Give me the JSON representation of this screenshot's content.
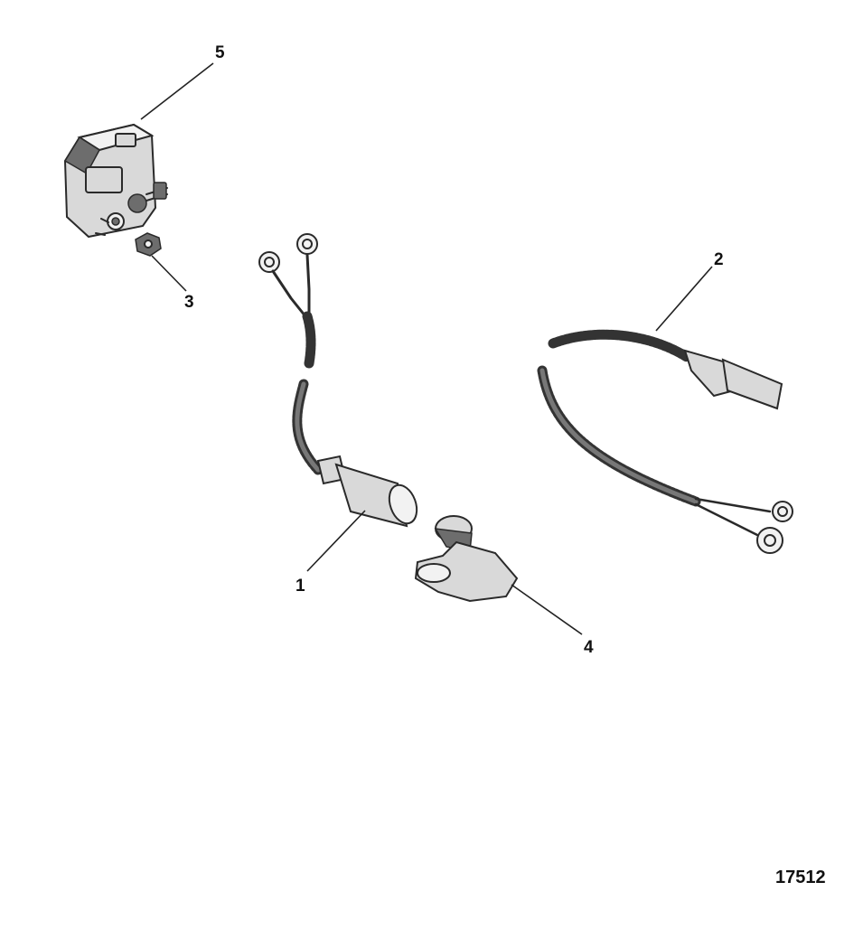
{
  "callouts": [
    {
      "id": "1",
      "label": "1"
    },
    {
      "id": "2",
      "label": "2"
    },
    {
      "id": "3",
      "label": "3"
    },
    {
      "id": "4",
      "label": "4"
    },
    {
      "id": "5",
      "label": "5"
    }
  ],
  "figure_number": "17512",
  "colors": {
    "ink": "#2a2a2a",
    "background": "#ffffff"
  }
}
